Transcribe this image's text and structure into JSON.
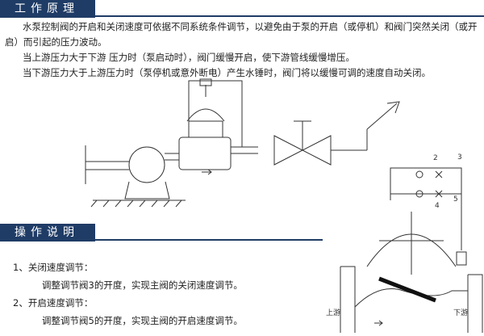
{
  "section1": {
    "title": "工作原理",
    "paragraphs": [
      "水泵控制阀的开启和关闭速度可依据不同系统条件调节，以避免由于泵的开启（或停机）和阀门突然关闭（或开启）而引起的压力波动。",
      "当上游压力大于下游 压力时（泵启动时），阀门缓慢开启，使下游管线缓慢增压。",
      "当下游压力大于上游压力时（泵停机或意外断电）产生水锤时，阀门将以缓慢可调的速度自动关闭。"
    ]
  },
  "section2": {
    "title": "操作说明",
    "steps": [
      {
        "label": "1、关闭速度调节：",
        "detail": "调整调节阀3的开度，实现主阀的关闭速度调节。"
      },
      {
        "label": "2、开启速度调节：",
        "detail": "调整调节阀5的开度，实现主阀的开启速度调节。"
      }
    ]
  },
  "diagram": {
    "callouts": [
      "2",
      "3",
      "4",
      "5"
    ],
    "upstream_label": "上游",
    "downstream_label": "下游"
  },
  "colors": {
    "header": "#1f3c66"
  }
}
